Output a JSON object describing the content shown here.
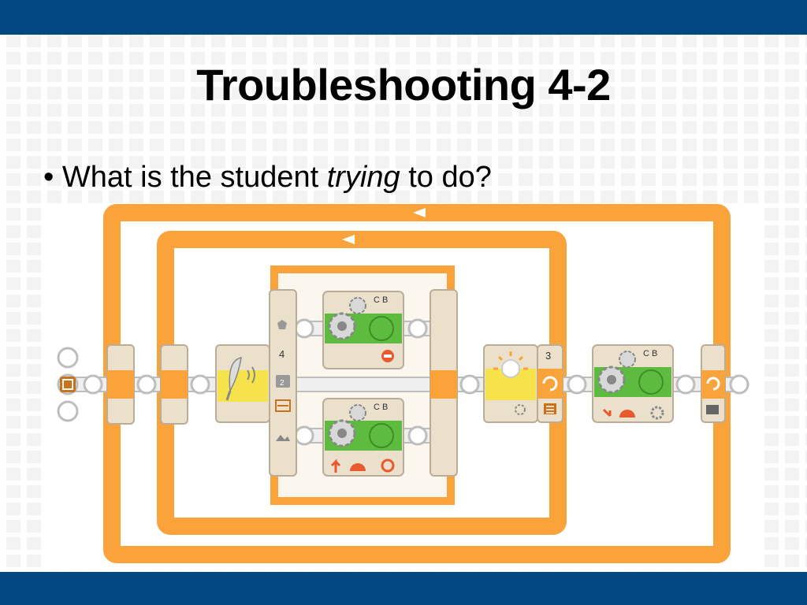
{
  "slide": {
    "title": "Troubleshooting 4-2",
    "bullet": {
      "marker": "•",
      "text_before": "What is the student ",
      "text_emphasis": "trying",
      "text_after": " to do?"
    }
  },
  "diagram": {
    "colors": {
      "loop_orange": "#f9a33a",
      "block_beige": "#eae0cc",
      "motor_green": "#5dbb3f",
      "sensor_yellow": "#f6e24a",
      "wire_gray": "#cfcfcf"
    },
    "switch_block": {
      "port": "4",
      "icons": [
        "sensor-icon",
        "port-icon",
        "compare-icon",
        "light-icon"
      ]
    },
    "motor_top": {
      "ports": "C B",
      "action_icon": "stop-icon"
    },
    "motor_bottom": {
      "ports": "C B",
      "action_icons": [
        "forward-icon",
        "power-icon",
        "unlimited-icon"
      ]
    },
    "light_sensor": {
      "icons": [
        "light-icon",
        "generate-icon",
        "list-icon"
      ]
    },
    "wait_block": {
      "value": "3",
      "icon": "loop-icon"
    },
    "motor_right": {
      "ports": "C B",
      "action_icons": [
        "reverse-icon",
        "power-icon",
        "unlimited-icon"
      ]
    },
    "end_loop": {
      "icon": "loop-icon"
    }
  }
}
